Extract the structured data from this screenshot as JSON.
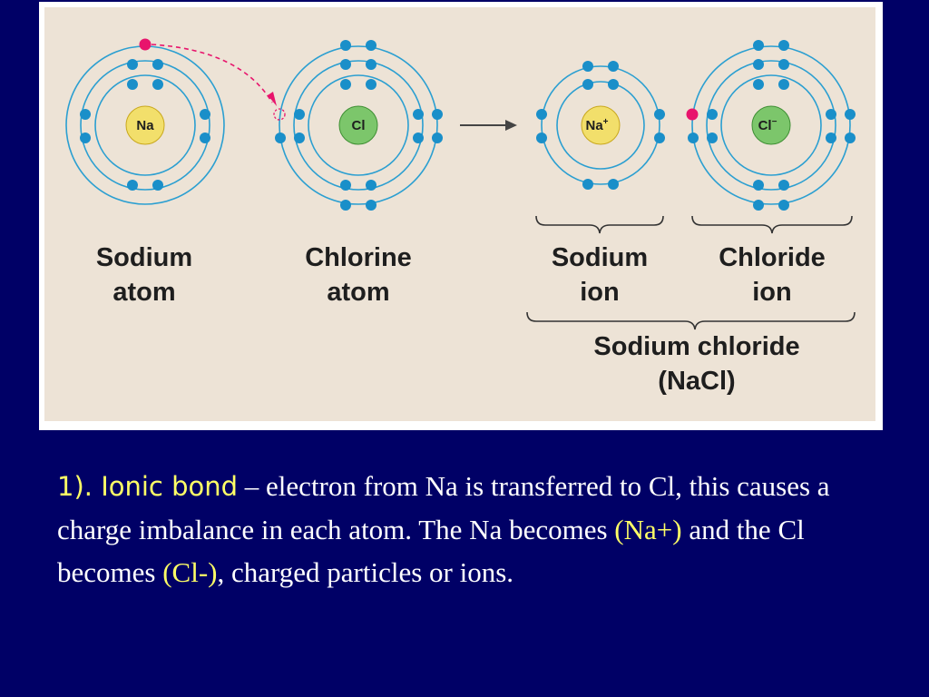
{
  "diagram": {
    "atoms": [
      {
        "id": "sodium-atom",
        "symbol": "Na",
        "label_line1": "Sodium",
        "label_line2": "atom",
        "nucleus_color": "#f2df6b",
        "shells": [
          2,
          8,
          1
        ]
      },
      {
        "id": "chlorine-atom",
        "symbol": "Cl",
        "label_line1": "Chlorine",
        "label_line2": "atom",
        "nucleus_color": "#7cc66b",
        "shells": [
          2,
          8,
          7
        ]
      },
      {
        "id": "sodium-ion",
        "symbol": "Na",
        "charge": "+",
        "label_line1": "Sodium",
        "label_line2": "ion",
        "nucleus_color": "#f2df6b",
        "shells": [
          2,
          8
        ]
      },
      {
        "id": "chloride-ion",
        "symbol": "Cl",
        "charge": "−",
        "label_line1": "Chloride",
        "label_line2": "ion",
        "nucleus_color": "#7cc66b",
        "shells": [
          2,
          8,
          8
        ]
      }
    ],
    "compound_line1": "Sodium chloride",
    "compound_line2": "(NaCl)",
    "colors": {
      "panel_background": "#ede3d6",
      "orbit": "#2b9fd1",
      "electron": "#1a8fc9",
      "transferred_electron": "#e8146c",
      "arrow": "#444444"
    }
  },
  "caption": {
    "number": "1).",
    "term": "Ionic bond",
    "text_1": " – electron from Na is transferred to Cl, this causes a charge imbalance in each atom.  The Na becomes ",
    "na_ion": "(Na+)",
    "text_2": " and the Cl becomes ",
    "cl_ion": "(Cl-)",
    "text_3": ", charged particles or ions."
  },
  "background_color": "#000066"
}
